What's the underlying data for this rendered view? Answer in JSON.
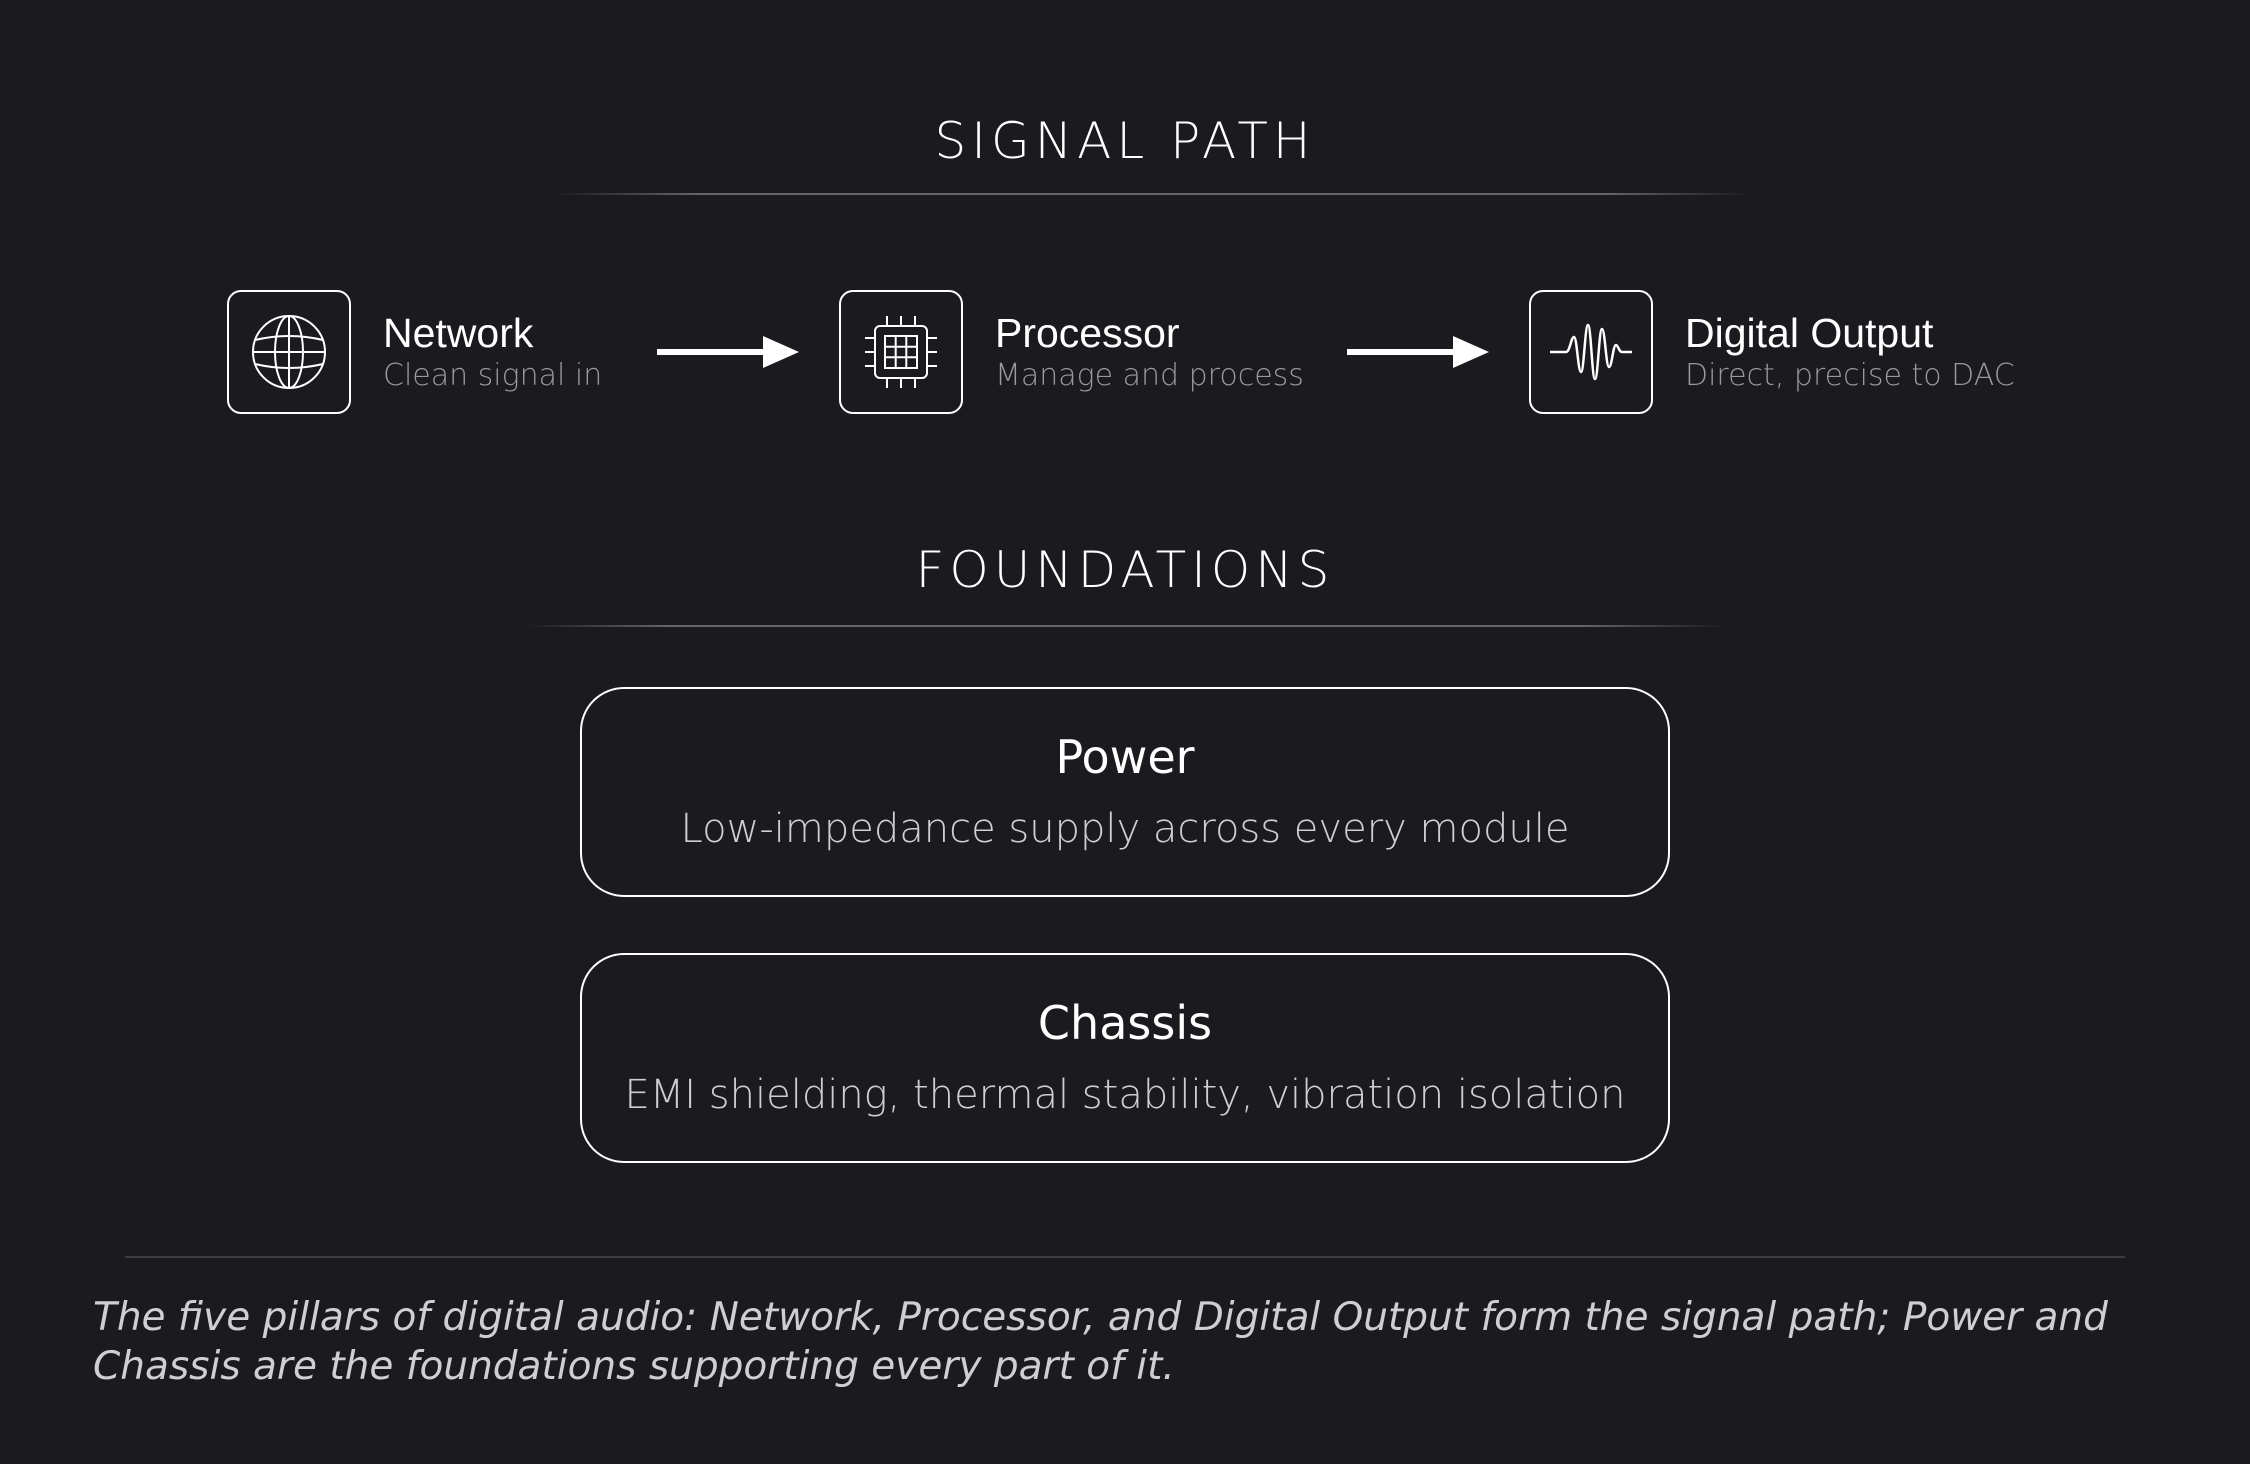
{
  "signal_path": {
    "title": "SIGNAL PATH",
    "nodes": [
      {
        "title": "Network",
        "subtitle": "Clean signal in",
        "icon": "globe-icon"
      },
      {
        "title": "Processor",
        "subtitle": "Manage and process",
        "icon": "chip-icon"
      },
      {
        "title": "Digital Output",
        "subtitle": "Direct, precise to DAC",
        "icon": "waveform-icon"
      }
    ]
  },
  "foundations": {
    "title": "FOUNDATIONS",
    "cards": [
      {
        "title": "Power",
        "description": "Low-impedance supply across every module"
      },
      {
        "title": "Chassis",
        "description": "EMI shielding, thermal stability, vibration isolation"
      }
    ]
  },
  "caption": "The five pillars of digital audio: Network, Processor, and Digital Output form the signal path; Power and Chassis are the foundations supporting every part of it.",
  "colors": {
    "background": "#1b1b1f",
    "foreground": "#ffffff",
    "muted": "#9a9a9e"
  }
}
